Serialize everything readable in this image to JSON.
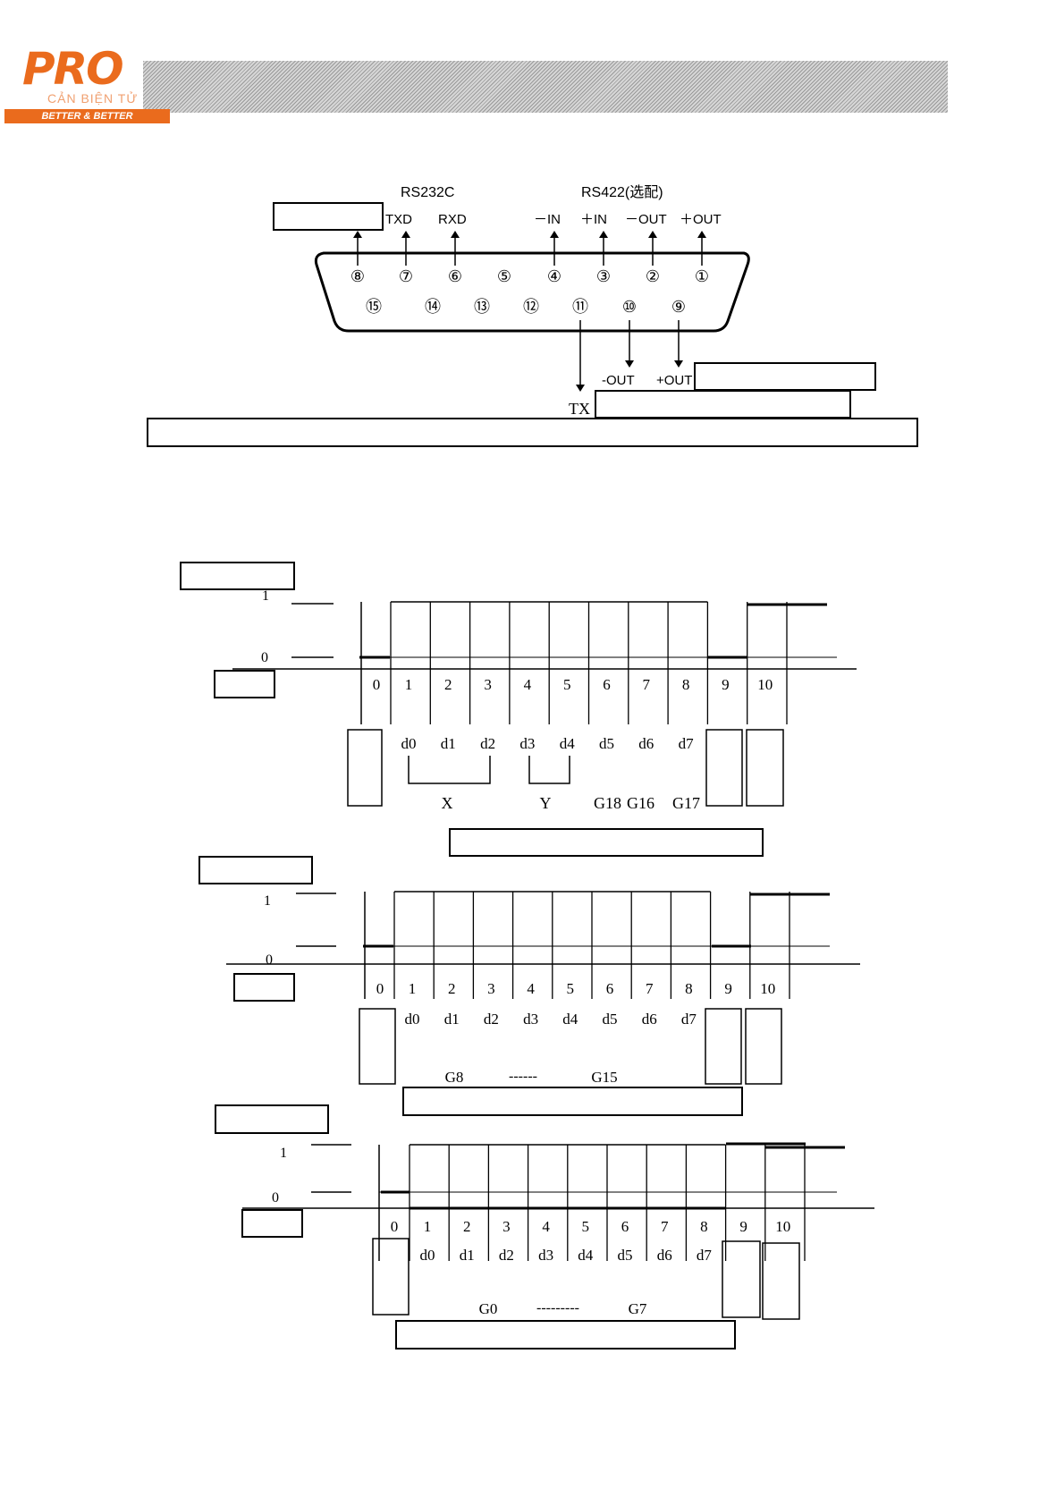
{
  "logo": {
    "word": "PRO",
    "subtitle": "CẢN BIỆN TỬ",
    "tagline": "BETTER & BETTER"
  },
  "connector": {
    "rs232_title": "RS232C",
    "rs422_title": "RS422(选配)",
    "top_signals": [
      "TXD",
      "RXD",
      "－IN",
      "＋IN",
      "－OUT",
      "＋OUT"
    ],
    "top_pins": [
      "⑧",
      "⑦",
      "⑥",
      "⑤",
      "④",
      "③",
      "②",
      "①"
    ],
    "bottom_pins": [
      "⑮",
      "⑭",
      "⑬",
      "⑫",
      "⑪",
      "⑩",
      "⑨"
    ],
    "bottom_signals": [
      "-OUT",
      "+OUT"
    ],
    "tx_label": "TX"
  },
  "timing1": {
    "level_high": "1",
    "level_low": "0",
    "bit_numbers": [
      "0",
      "1",
      "2",
      "3",
      "4",
      "5",
      "6",
      "7",
      "8",
      "9",
      "10"
    ],
    "data_bits": [
      "d0",
      "d1",
      "d2",
      "d3",
      "d4",
      "d5",
      "d6",
      "d7"
    ],
    "group_x": "X",
    "group_y": "Y",
    "g_labels": [
      "G18",
      "G16",
      "G17"
    ]
  },
  "timing2": {
    "level_high": "1",
    "level_low": "0",
    "bit_numbers": [
      "0",
      "1",
      "2",
      "3",
      "4",
      "5",
      "6",
      "7",
      "8",
      "9",
      "10"
    ],
    "data_bits": [
      "d0",
      "d1",
      "d2",
      "d3",
      "d4",
      "d5",
      "d6",
      "d7"
    ],
    "range_start": "G8",
    "range_dash": "------",
    "range_end": "G15"
  },
  "timing3": {
    "level_high": "1",
    "level_low": "0",
    "bit_numbers": [
      "0",
      "1",
      "2",
      "3",
      "4",
      "5",
      "6",
      "7",
      "8",
      "9",
      "10"
    ],
    "data_bits": [
      "d0",
      "d1",
      "d2",
      "d3",
      "d4",
      "d5",
      "d6",
      "d7"
    ],
    "range_start": "G0",
    "range_dash": "---------",
    "range_end": "G7"
  }
}
